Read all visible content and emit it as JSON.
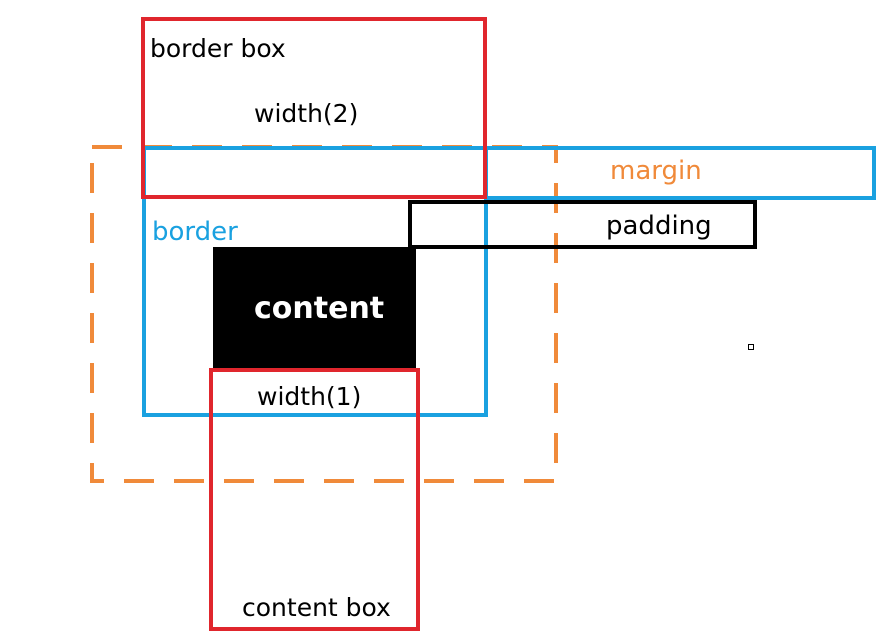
{
  "diagram": {
    "border_box": {
      "label": "border box",
      "width_label": "width(2)"
    },
    "content_box": {
      "label": "content box",
      "width_label": "width(1)"
    },
    "content": {
      "label": "content"
    },
    "border": {
      "label": "border"
    },
    "padding": {
      "label": "padding"
    },
    "margin": {
      "label": "margin"
    }
  },
  "colors": {
    "red": "#e0262d",
    "blue": "#1aa1e0",
    "orange": "#f08a3a",
    "black": "#000000",
    "white": "#ffffff"
  }
}
